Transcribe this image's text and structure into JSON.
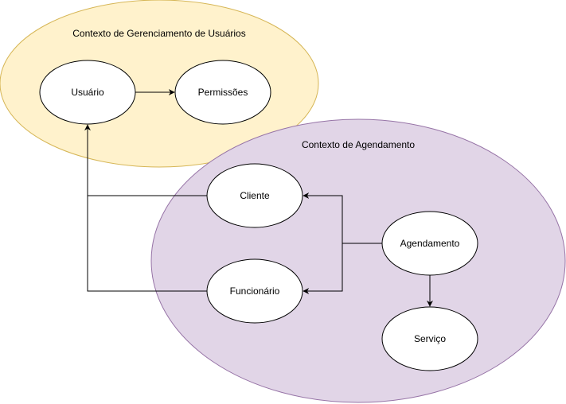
{
  "contexts": {
    "user_management": {
      "label": "Contexto de Gerenciamento de Usuários",
      "fill": "#fff2cc",
      "stroke": "#d6b656"
    },
    "scheduling": {
      "label": "Contexto de Agendamento",
      "fill": "#e1d5e7",
      "stroke": "#9673a6"
    }
  },
  "entities": {
    "usuario": "Usuário",
    "permissoes": "Permissões",
    "cliente": "Cliente",
    "funcionario": "Funcionário",
    "agendamento": "Agendamento",
    "servico": "Serviço"
  },
  "colors": {
    "node_fill": "#ffffff",
    "node_stroke": "#000000",
    "edge": "#000000"
  }
}
